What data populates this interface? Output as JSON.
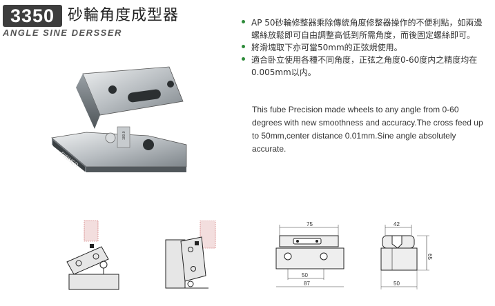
{
  "header": {
    "model": "3350",
    "title_cn": "砂輪角度成型器",
    "title_en": "ANGLE SINE DERSSER"
  },
  "bullets": [
    "AP 50砂輪修整器乘除傳統角度修整器操作的不便利點，如兩邊螺絲放鬆即可自由調整高低到所需角度，而後固定螺絲即可。",
    "將滑塊取下亦可當50mm的正弦規使用。",
    "適合卧立使用各種不同角度，正弦之角度0-60度内之精度均在0.005mm以内。"
  ],
  "description_en": "This fube Precision made wheels to any angle from 0-60 degrees with new smoothness and accuracy.The cross feed up to 50mm,center distance 0.01mm.Sine angle absolutely accurate.",
  "product": {
    "brand_label": "PINNER",
    "scale_label": "100.0"
  },
  "drawings": {
    "front": {
      "top_width": "75",
      "center_distance": "50",
      "base_length": "87"
    },
    "side": {
      "top_width": "42",
      "height": "65",
      "base_width": "50"
    }
  },
  "colors": {
    "bullet": "#2e8b3a",
    "badge": "#3d3d3d"
  }
}
